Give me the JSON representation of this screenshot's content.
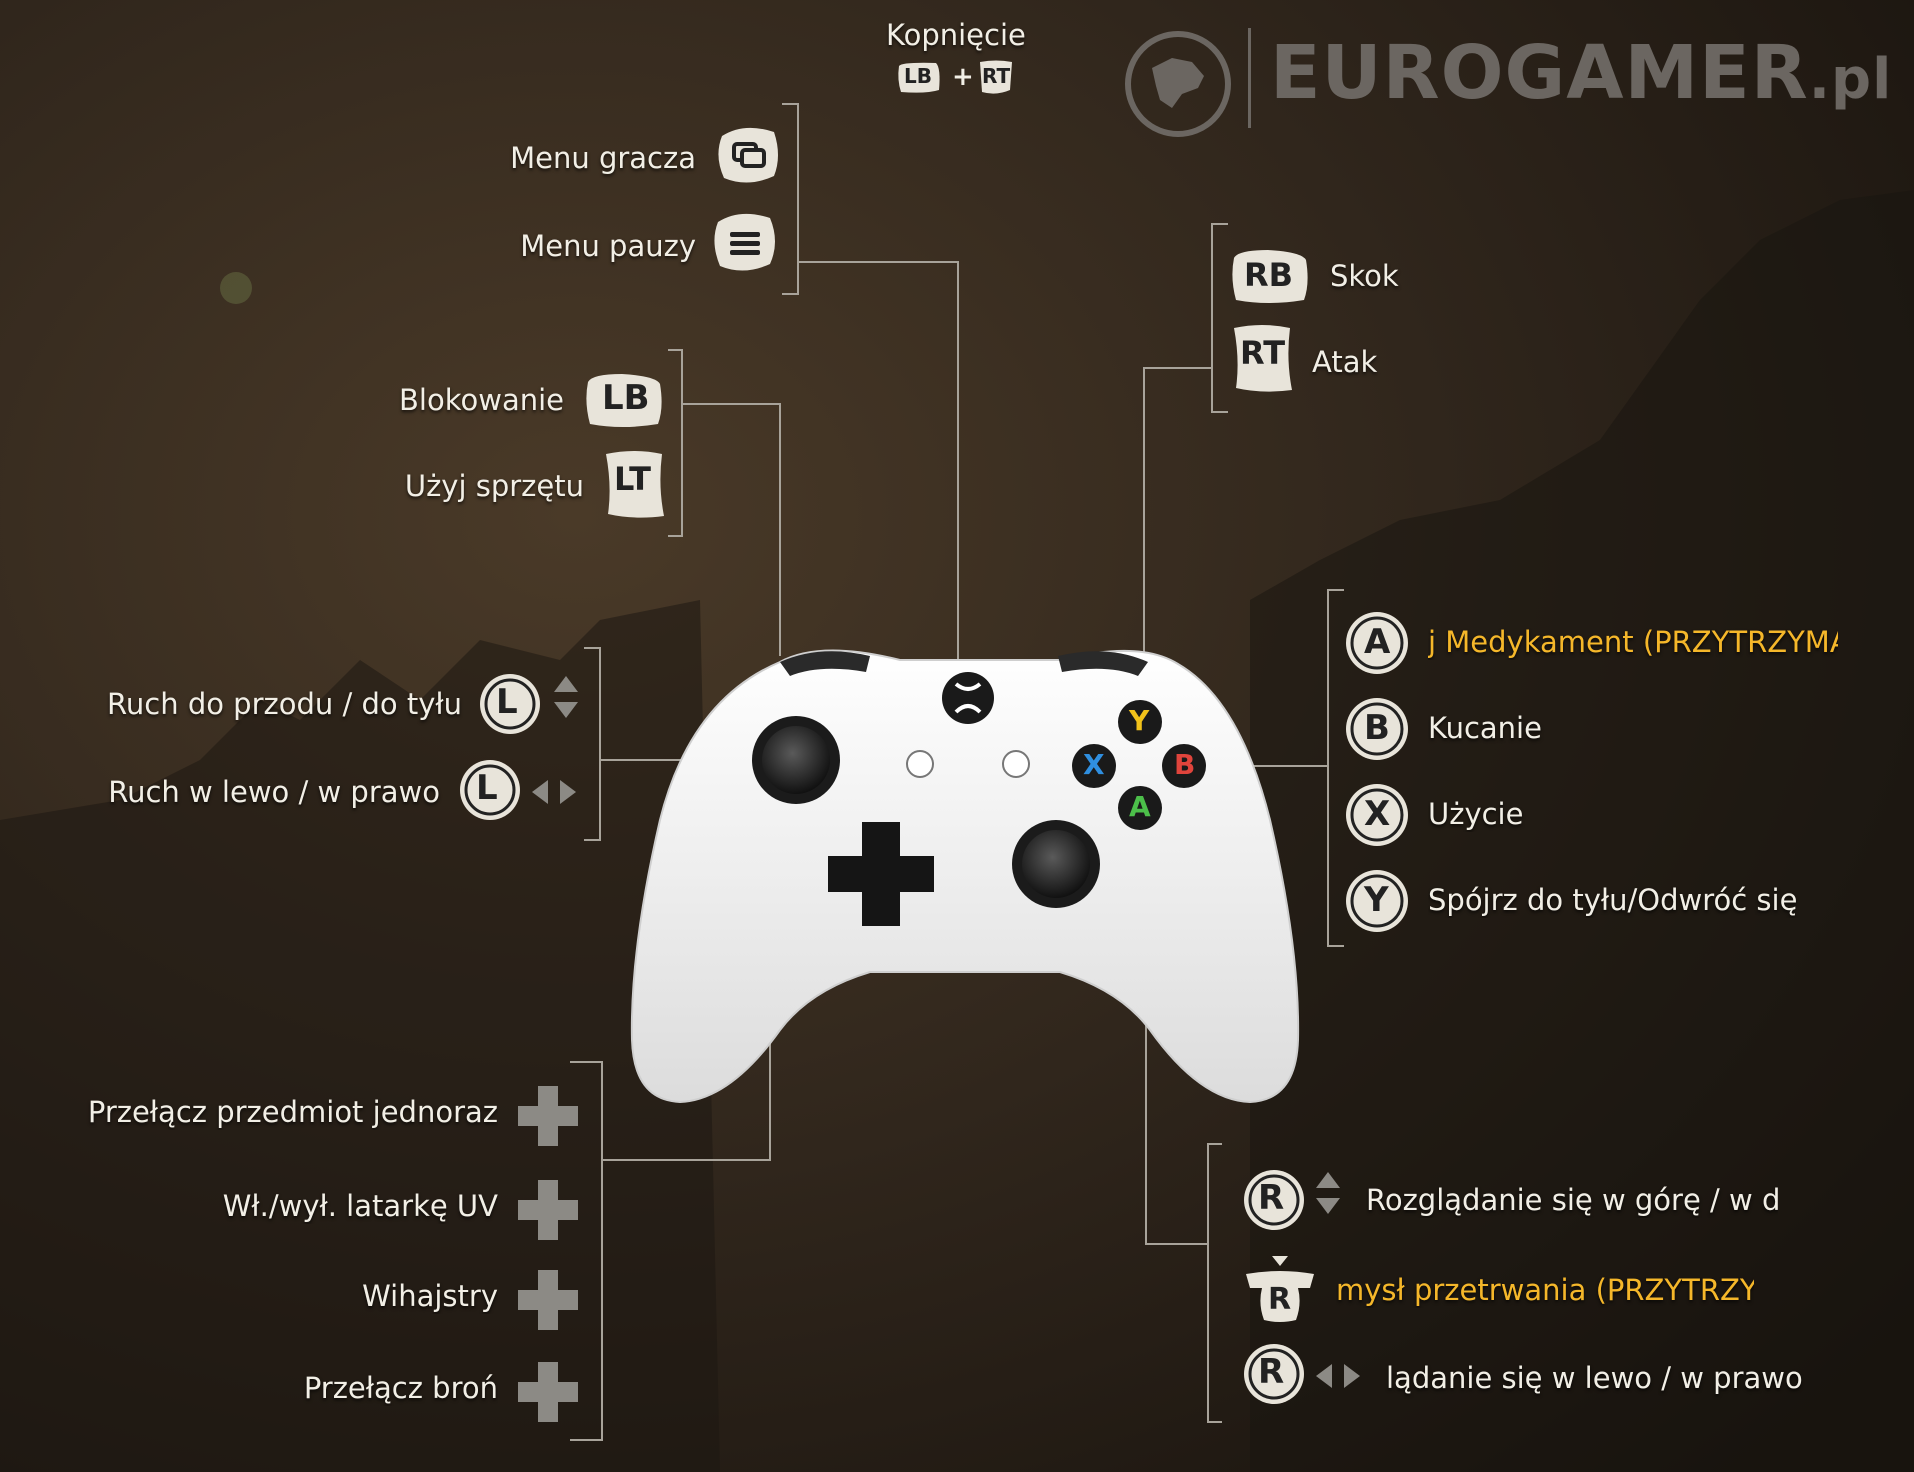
{
  "logo": {
    "brand": "EUROGAMER",
    "suffix": ".pl"
  },
  "colors": {
    "accent": "#f5b72a",
    "text": "#f2efe6",
    "controller": "#f4f4f4"
  },
  "top": {
    "title": "Kopnięcie",
    "combo_a": "LB",
    "combo_plus": "+",
    "combo_b": "RT"
  },
  "left_upper": {
    "menu_player": "Menu gracza",
    "menu_pause": "Menu pauzy"
  },
  "shoulders_left": {
    "block": "Blokowanie",
    "block_key": "LB",
    "use_gear": "Użyj sprzętu",
    "use_gear_key": "LT"
  },
  "shoulders_right": {
    "jump_key": "RB",
    "jump": "Skok",
    "attack_key": "RT",
    "attack": "Atak"
  },
  "left_stick": {
    "forward": "Ruch do przodu / do tyłu",
    "sideways": "Ruch w lewo / w prawo",
    "key": "L"
  },
  "face_buttons": [
    {
      "key": "A",
      "label": "j Medykament (PRZYTRZYMA",
      "highlight": true
    },
    {
      "key": "B",
      "label": "Kucanie",
      "highlight": false
    },
    {
      "key": "X",
      "label": "Użycie",
      "highlight": false
    },
    {
      "key": "Y",
      "label": "Spójrz do tyłu/Odwróć się",
      "highlight": false
    }
  ],
  "dpad": [
    "Przełącz przedmiot jednoraz",
    "Wł./wył. latarkę UV",
    "Wihajstry",
    "Przełącz broń"
  ],
  "right_stick": {
    "key": "R",
    "look_updown": "Rozglądanie się w górę / w d",
    "survival": "mysł przetrwania (PRZYTRZY",
    "look_side": "lądanie się w lewo / w prawo"
  },
  "controller": {
    "a": "A",
    "b": "B",
    "x": "X",
    "y": "Y"
  }
}
